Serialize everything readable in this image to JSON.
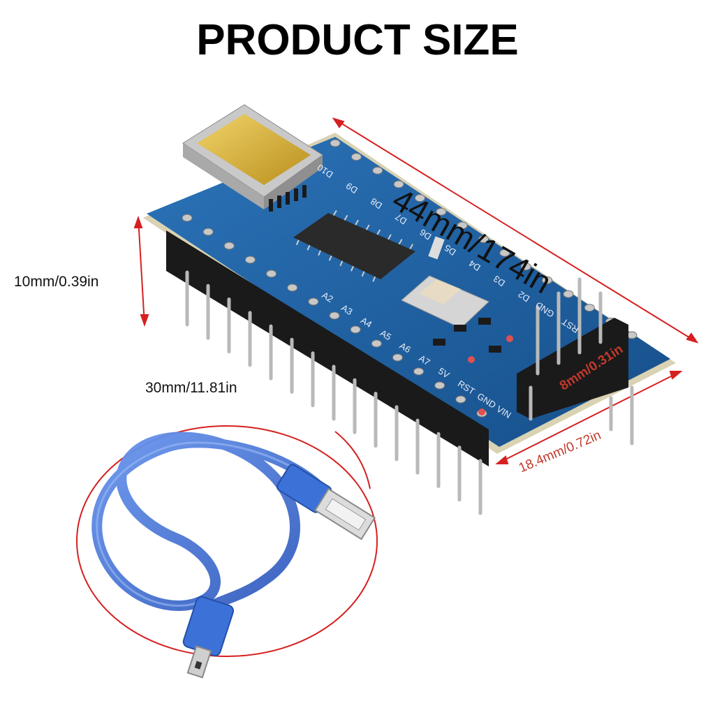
{
  "title": "PRODUCT SIZE",
  "dimensions": {
    "length": "44mm/174in",
    "height": "10mm/0.39in",
    "cable_length": "30mm/11.81in",
    "width": "18.4mm/0.72in",
    "header_height": "8mm/0.31in"
  },
  "board_silkscreen": [
    "D10",
    "D9",
    "D8",
    "D7",
    "D6",
    "D5",
    "D4",
    "D3",
    "D2",
    "GND",
    "RST",
    "A2",
    "A3",
    "A4",
    "A5",
    "A6",
    "A7",
    "5V",
    "RST",
    "GND",
    "VIN"
  ],
  "colors": {
    "pcb": "#1f5f9e",
    "pcb_edge": "#d9d2b3",
    "header": "#1a1a1a",
    "pin": "#b9b9b9",
    "usb_connector": "#d8b43a",
    "chip": "#2a2a2a",
    "cable": "#3b6fd6",
    "measure_line": "#d62020"
  },
  "icons": [
    "arduino-nano-board",
    "usb-cable",
    "usb-a-plug",
    "mini-usb-plug"
  ]
}
